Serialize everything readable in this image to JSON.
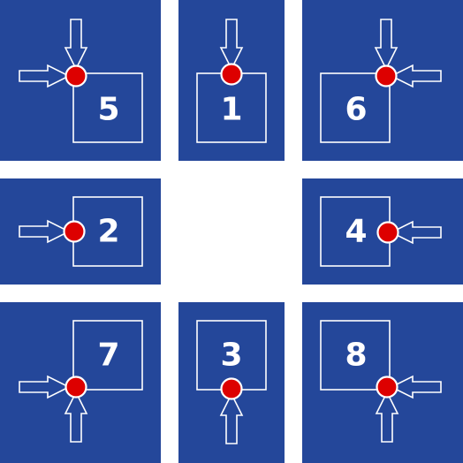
{
  "colors": {
    "tile": "#24479a",
    "dot": "#dd0000",
    "line": "#ffffff",
    "background": "#ffffff"
  },
  "tiles": [
    {
      "id": "5",
      "label": "5",
      "box_corner": "top-left",
      "arrows": [
        "from-left",
        "from-top"
      ],
      "icon": "corner-entry-point-icon"
    },
    {
      "id": "1",
      "label": "1",
      "box_corner": "top-edge",
      "arrows": [
        "from-top"
      ],
      "icon": "edge-entry-point-icon"
    },
    {
      "id": "6",
      "label": "6",
      "box_corner": "top-right",
      "arrows": [
        "from-right",
        "from-top"
      ],
      "icon": "corner-entry-point-icon"
    },
    {
      "id": "2",
      "label": "2",
      "box_corner": "left-edge",
      "arrows": [
        "from-left"
      ],
      "icon": "edge-entry-point-icon"
    },
    {
      "id": "4",
      "label": "4",
      "box_corner": "right-edge",
      "arrows": [
        "from-right"
      ],
      "icon": "edge-entry-point-icon"
    },
    {
      "id": "7",
      "label": "7",
      "box_corner": "bottom-left",
      "arrows": [
        "from-left",
        "from-bottom"
      ],
      "icon": "corner-entry-point-icon"
    },
    {
      "id": "3",
      "label": "3",
      "box_corner": "bottom-edge",
      "arrows": [
        "from-bottom"
      ],
      "icon": "edge-entry-point-icon"
    },
    {
      "id": "8",
      "label": "8",
      "box_corner": "bottom-right",
      "arrows": [
        "from-right",
        "from-bottom"
      ],
      "icon": "corner-entry-point-icon"
    }
  ]
}
